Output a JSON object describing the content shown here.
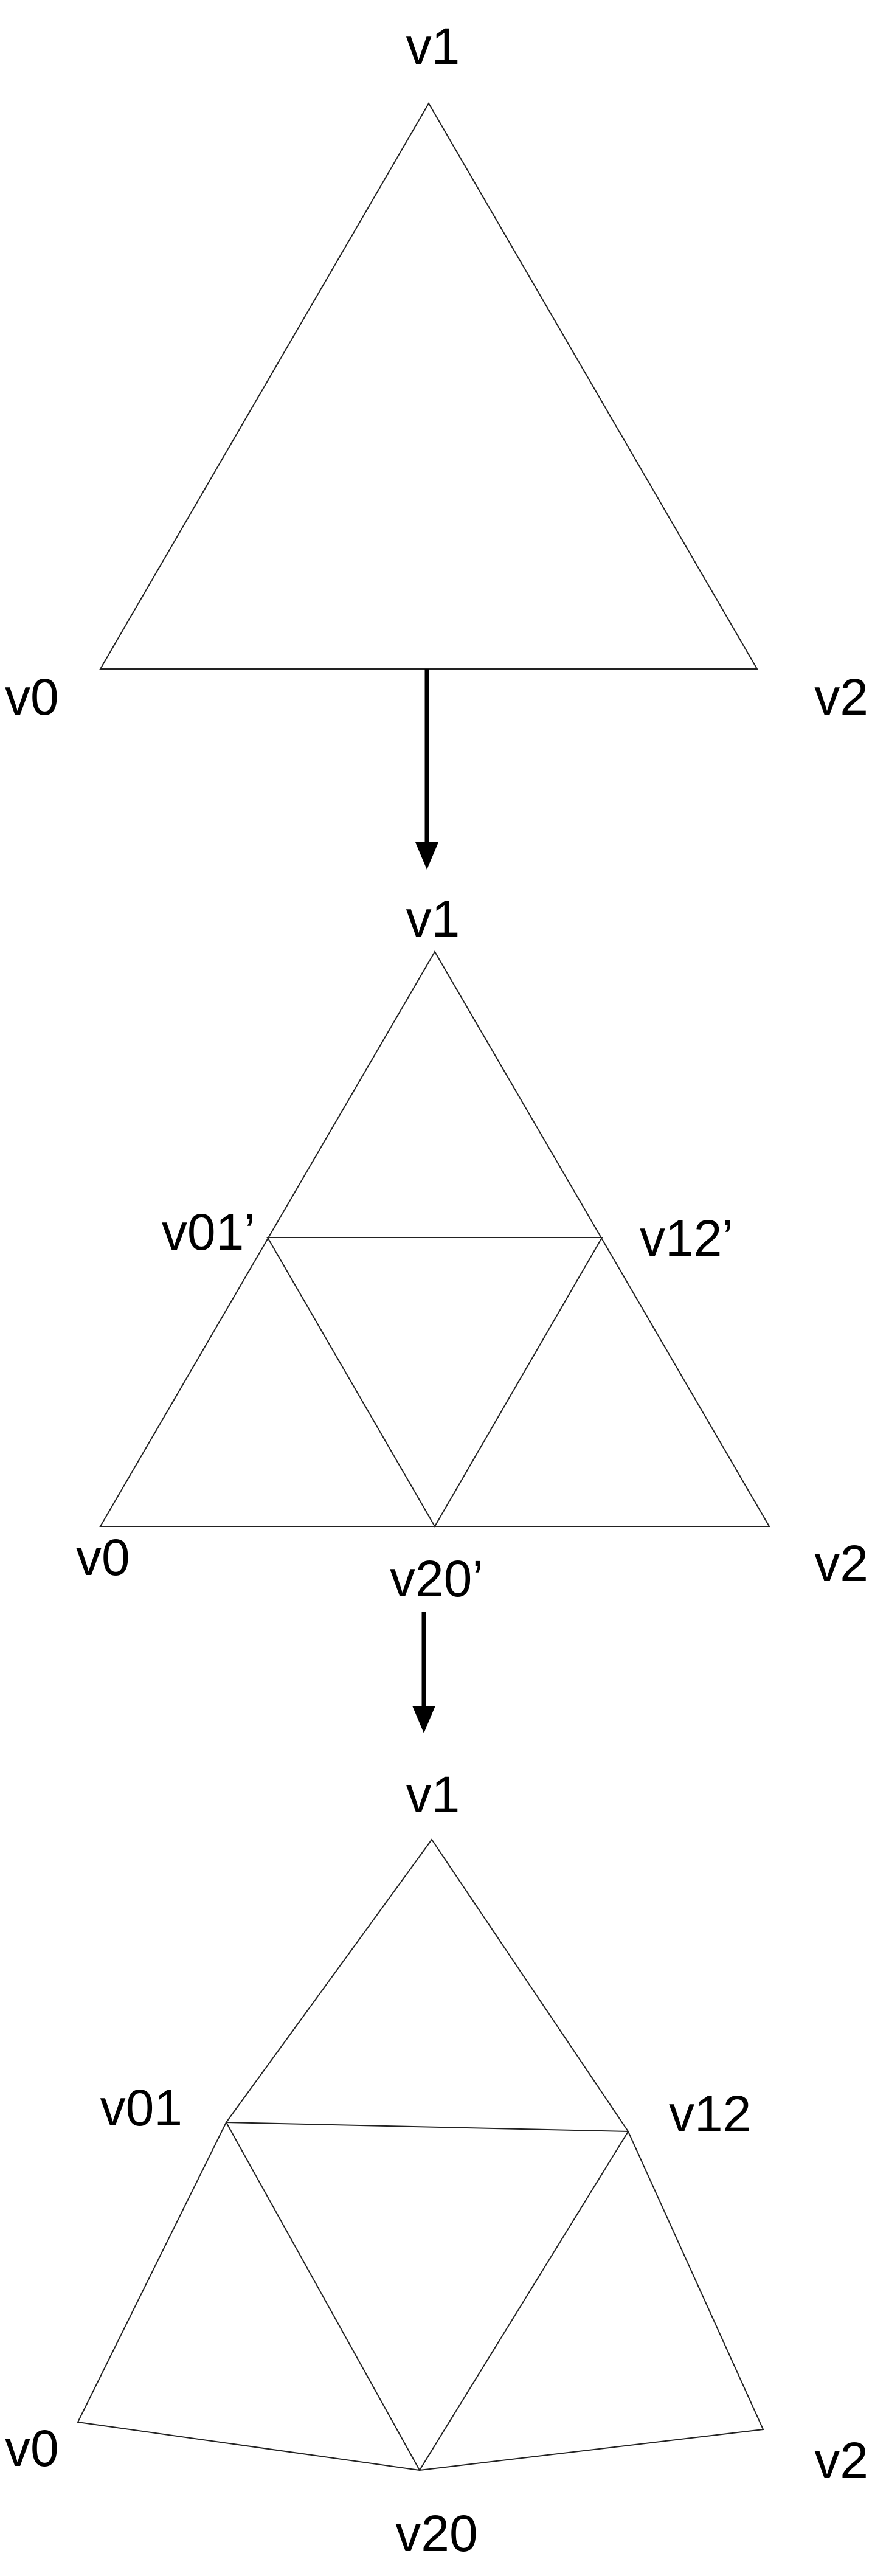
{
  "stage1": {
    "labels": {
      "v0": "v0",
      "v1": "v1",
      "v2": "v2"
    }
  },
  "stage2": {
    "labels": {
      "v0": "v0",
      "v1": "v1",
      "v2": "v2",
      "v01": "v01’",
      "v12": "v12’",
      "v20": "v20’"
    }
  },
  "stage3": {
    "labels": {
      "v0": "v0",
      "v1": "v1",
      "v2": "v2",
      "v01": "v01",
      "v12": "v12",
      "v20": "v20"
    }
  },
  "colors": {
    "edge": "#222222",
    "arrow": "#000000",
    "background": "#ffffff"
  }
}
